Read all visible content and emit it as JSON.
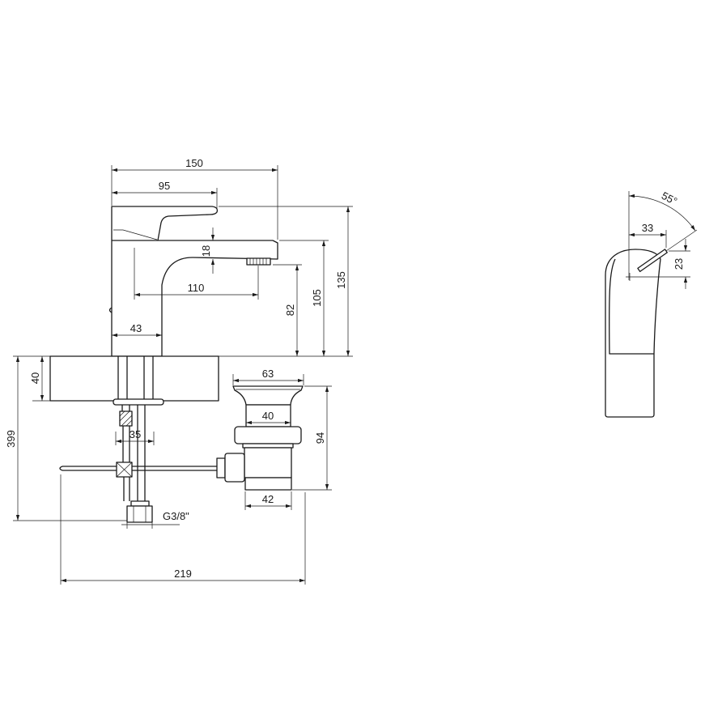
{
  "front_view": {
    "overall_length": "150",
    "handle_length": "95",
    "spout_thickness": "18",
    "spout_reach": "110",
    "aerator_height": "82",
    "spout_height": "105",
    "total_height": "135",
    "body_width": "43",
    "counter_thickness": "40",
    "hose_length": "399",
    "shank_spacing": "35",
    "connection_thread": "G3/8\"",
    "rod_length": "219"
  },
  "waste": {
    "flange_diameter": "63",
    "throat_diameter": "40",
    "height": "94",
    "body_diameter": "42"
  },
  "side_view": {
    "lever_reach": "33",
    "lever_rise": "23",
    "lever_angle": "55°"
  }
}
